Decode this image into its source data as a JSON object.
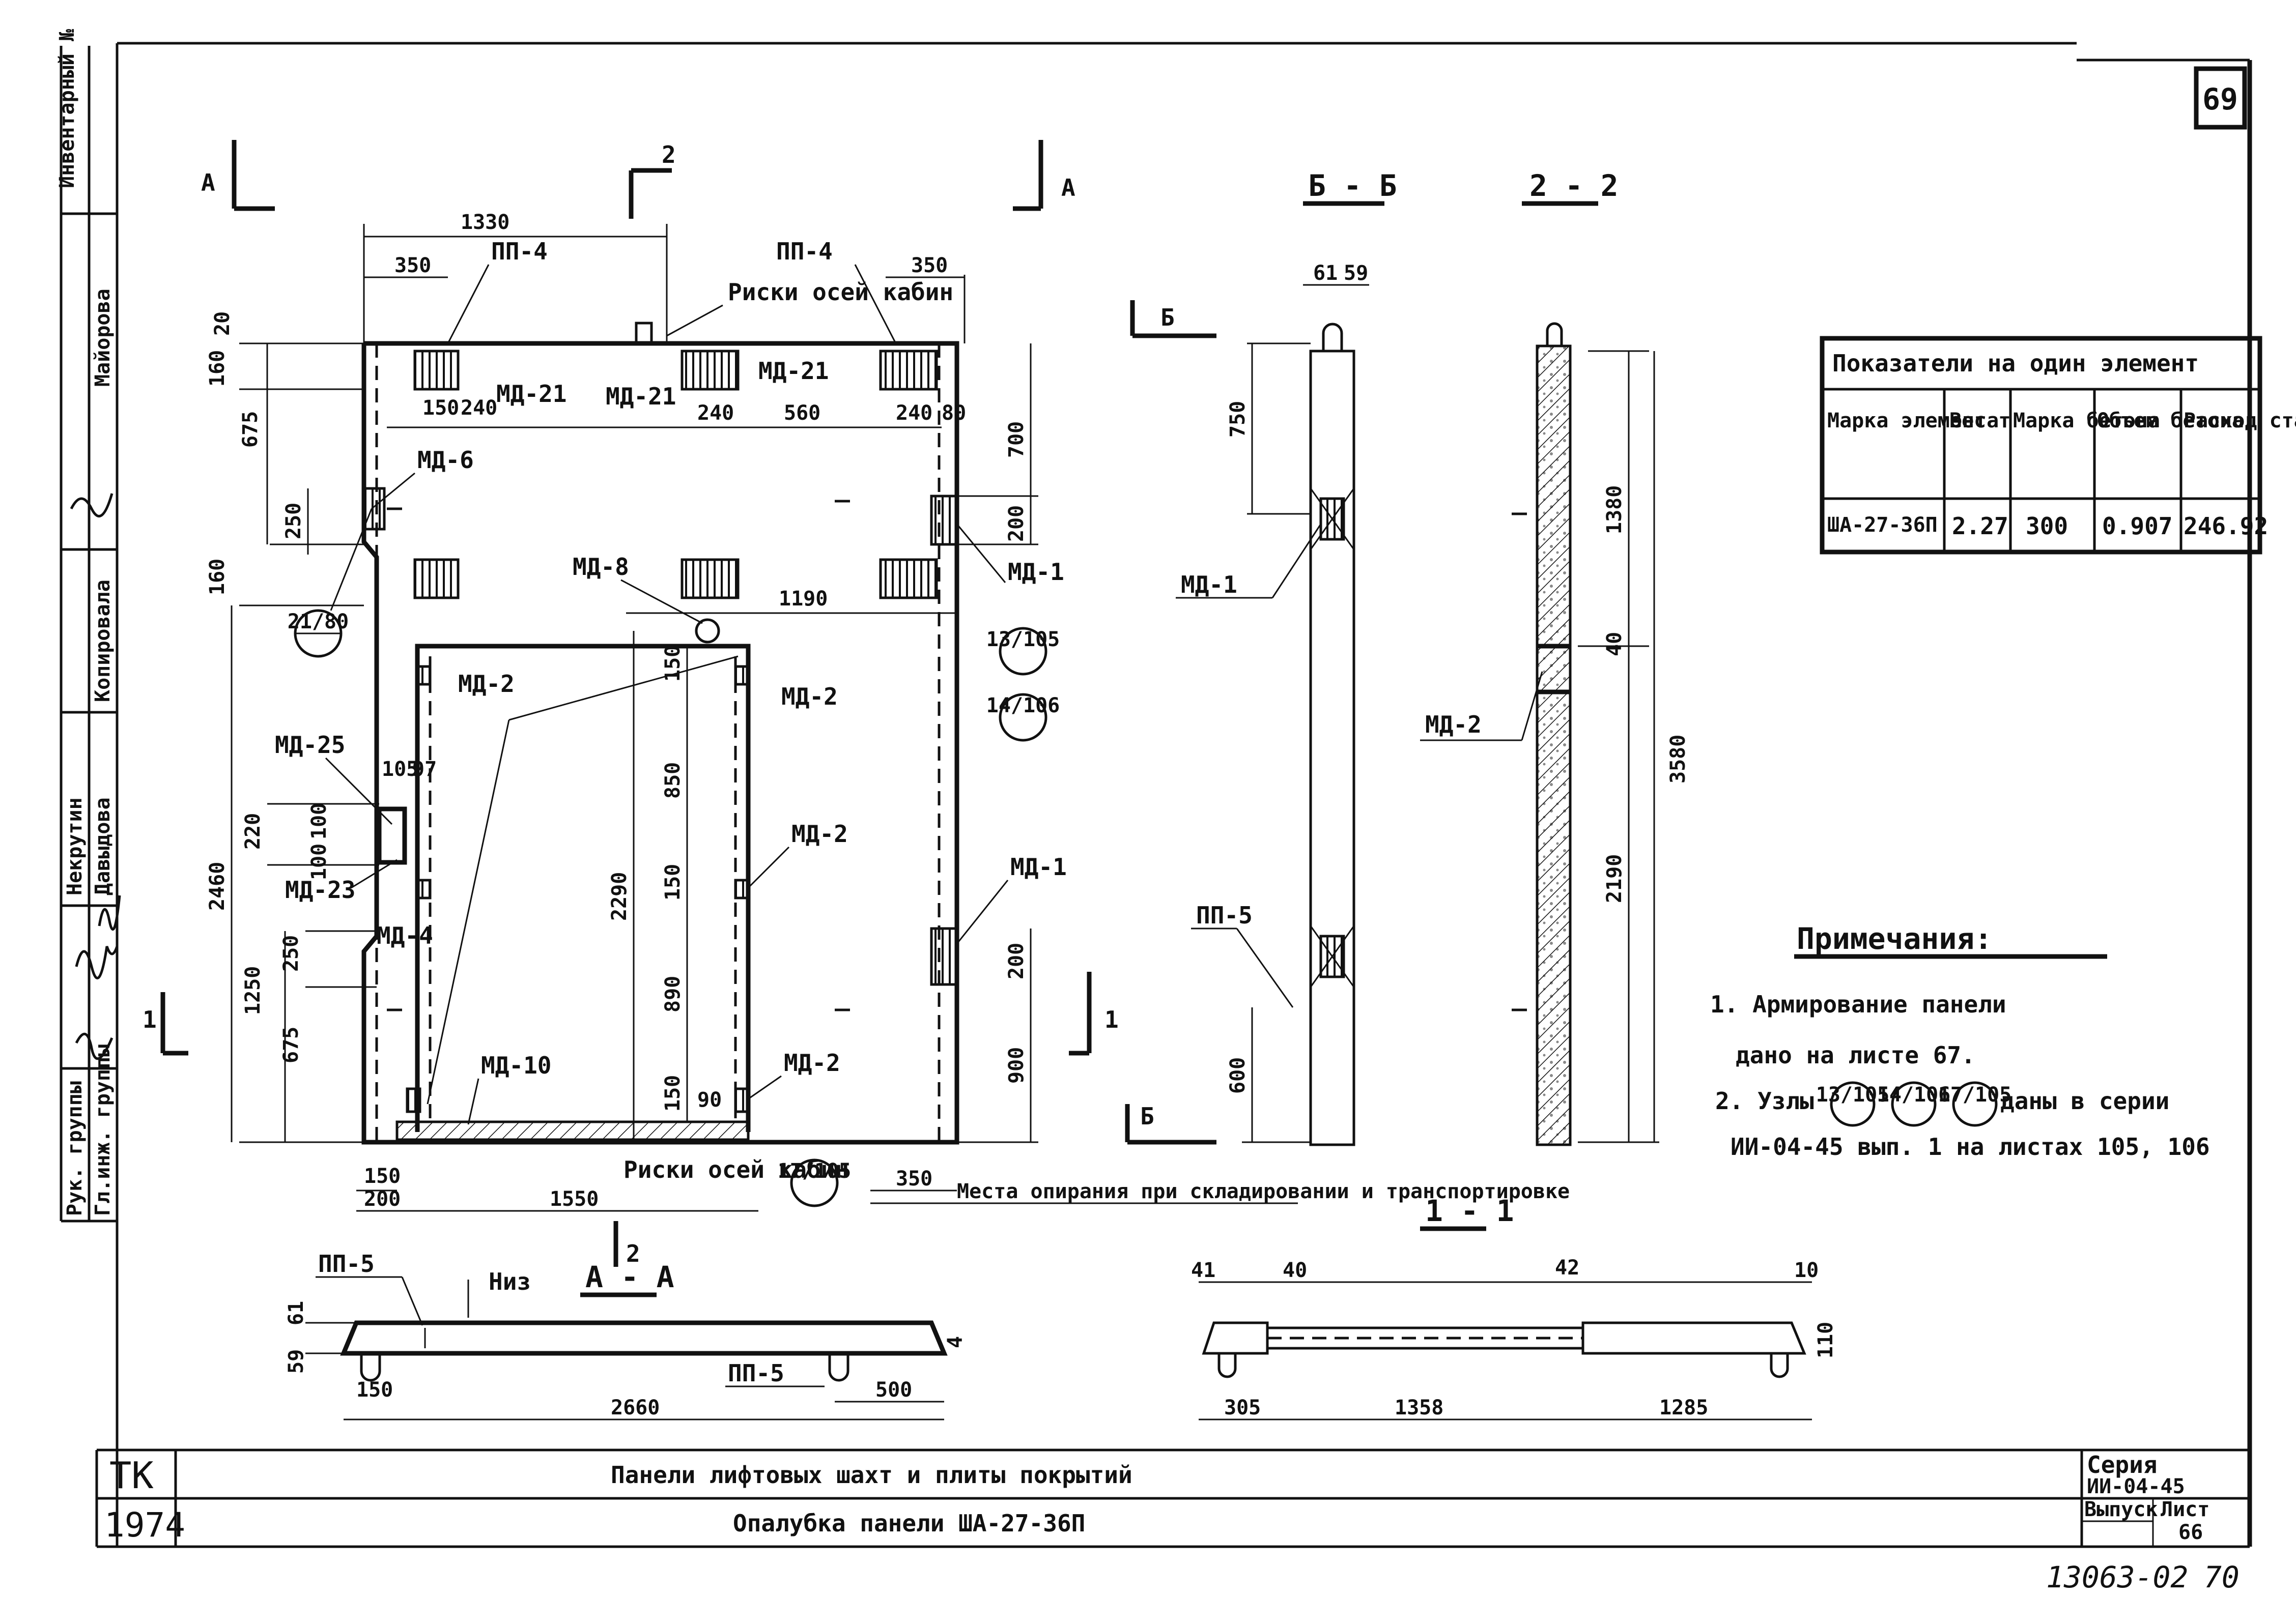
{
  "sheet": {
    "sheet_no": "69",
    "series_code": "13063-02",
    "page_no": "70"
  },
  "title_block": {
    "org": "ТК",
    "year": "1974",
    "title_main": "Панели лифтовых шахт и плиты покрытий",
    "title_sub": "Опалубка панели ША-27-36П",
    "series_label": "Серия",
    "series_value": "ИИ-04-45",
    "issue_label": "Выпуск",
    "sheet_label": "Лист",
    "sheet_value": "66"
  },
  "side_stamp": {
    "inventory_no": "Инвентарный №",
    "drawn_by": "Майорова",
    "checked_by": "Копировала",
    "engineer": "Некрутин",
    "engineer2": "Давыдова",
    "group_lead": "Рук. группы",
    "group_lead2": "Гл.инж. группы"
  },
  "table": {
    "header": "Показатели на один элемент",
    "columns": [
      "Марка элемента",
      "Вес т",
      "Марка бетона",
      "Объем бетона",
      "Расход стали"
    ],
    "rows": [
      [
        "ША-27-36П",
        "2.27",
        "300",
        "0.907",
        "246.92"
      ]
    ]
  },
  "notes": {
    "title": "Примечания:",
    "line1": "1. Армирование панели",
    "line2": "дано на листе 67.",
    "line3a": "2. Узлы",
    "node1": "13/105",
    "node2": "14/106",
    "node3": "17/105",
    "line3b": "даны в серии",
    "line4": "ИИ-04-45 вып. 1 на листах 105, 106"
  },
  "section_labels": {
    "bb": "Б - Б",
    "s22": "2 - 2",
    "s11": "1 - 1",
    "aa": "А - А",
    "cut_a": "А",
    "cut_b": "Б",
    "cut_1": "1",
    "cut_2": "2"
  },
  "callouts": {
    "pp4": "ПП-4",
    "pp5": "ПП-5",
    "md21": "МД-21",
    "md6": "МД-6",
    "md8": "МД-8",
    "md1": "МД-1",
    "md2": "МД-2",
    "md25": "МД-25",
    "md23": "МД-23",
    "md10": "МД-10",
    "niz": "Низ",
    "axis_marks": "Риски осей кабин",
    "support_place": "Места опирания при складировании и транспортировке",
    "node21": "21/80",
    "node13": "13/105",
    "node14": "14/106",
    "node17": "17/105"
  },
  "dims": {
    "d1330": "1330",
    "d350": "350",
    "d20": "20",
    "d160": "160",
    "d675": "675",
    "d150": "150",
    "d240": "240",
    "d560": "560",
    "d80": "80",
    "d700": "700",
    "d250": "250",
    "d200": "200",
    "d1190": "1190",
    "d2460": "2460",
    "d105": "105",
    "d97": "97",
    "d220": "220",
    "d100": "100",
    "d1250": "1250",
    "d2290": "2290",
    "d850": "850",
    "d890": "890",
    "d900": "900",
    "d90": "90",
    "d1550": "1550",
    "d750": "750",
    "d600": "600",
    "d61": "61",
    "d59": "59",
    "d1380": "1380",
    "d40": "40",
    "d3580": "3580",
    "d2190": "2190",
    "d2660": "2660",
    "d500": "500",
    "d305": "305",
    "d1358": "1358",
    "d1285": "1285",
    "d41": "41",
    "d42": "42",
    "d4": "4",
    "d10": "10"
  }
}
